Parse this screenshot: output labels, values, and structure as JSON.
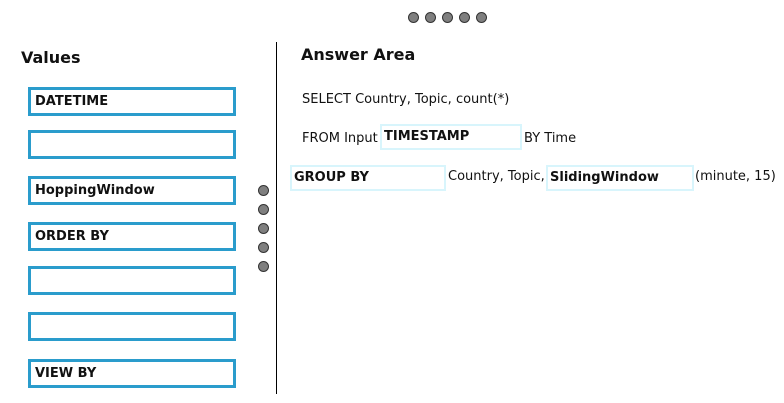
{
  "pager": {
    "dots": 5
  },
  "values": {
    "title": "Values",
    "items": [
      "DATETIME",
      "",
      "HoppingWindow",
      "ORDER BY",
      "",
      "",
      "VIEW BY"
    ]
  },
  "answer_area": {
    "title": "Answer Area",
    "line1": "SELECT Country, Topic, count(*)",
    "line2_prefix": "FROM Input",
    "line2_slot": "TIMESTAMP",
    "line2_suffix": "BY Time",
    "line3_slot1": "GROUP BY",
    "line3_middle": "Country, Topic,",
    "line3_slot2": "SlidingWindow",
    "line3_suffix": "(minute, 15)"
  },
  "colors": {
    "value_border": "#2a9ccc",
    "slot_border": "#d8f5fc",
    "dot": "#7f7f7f"
  }
}
